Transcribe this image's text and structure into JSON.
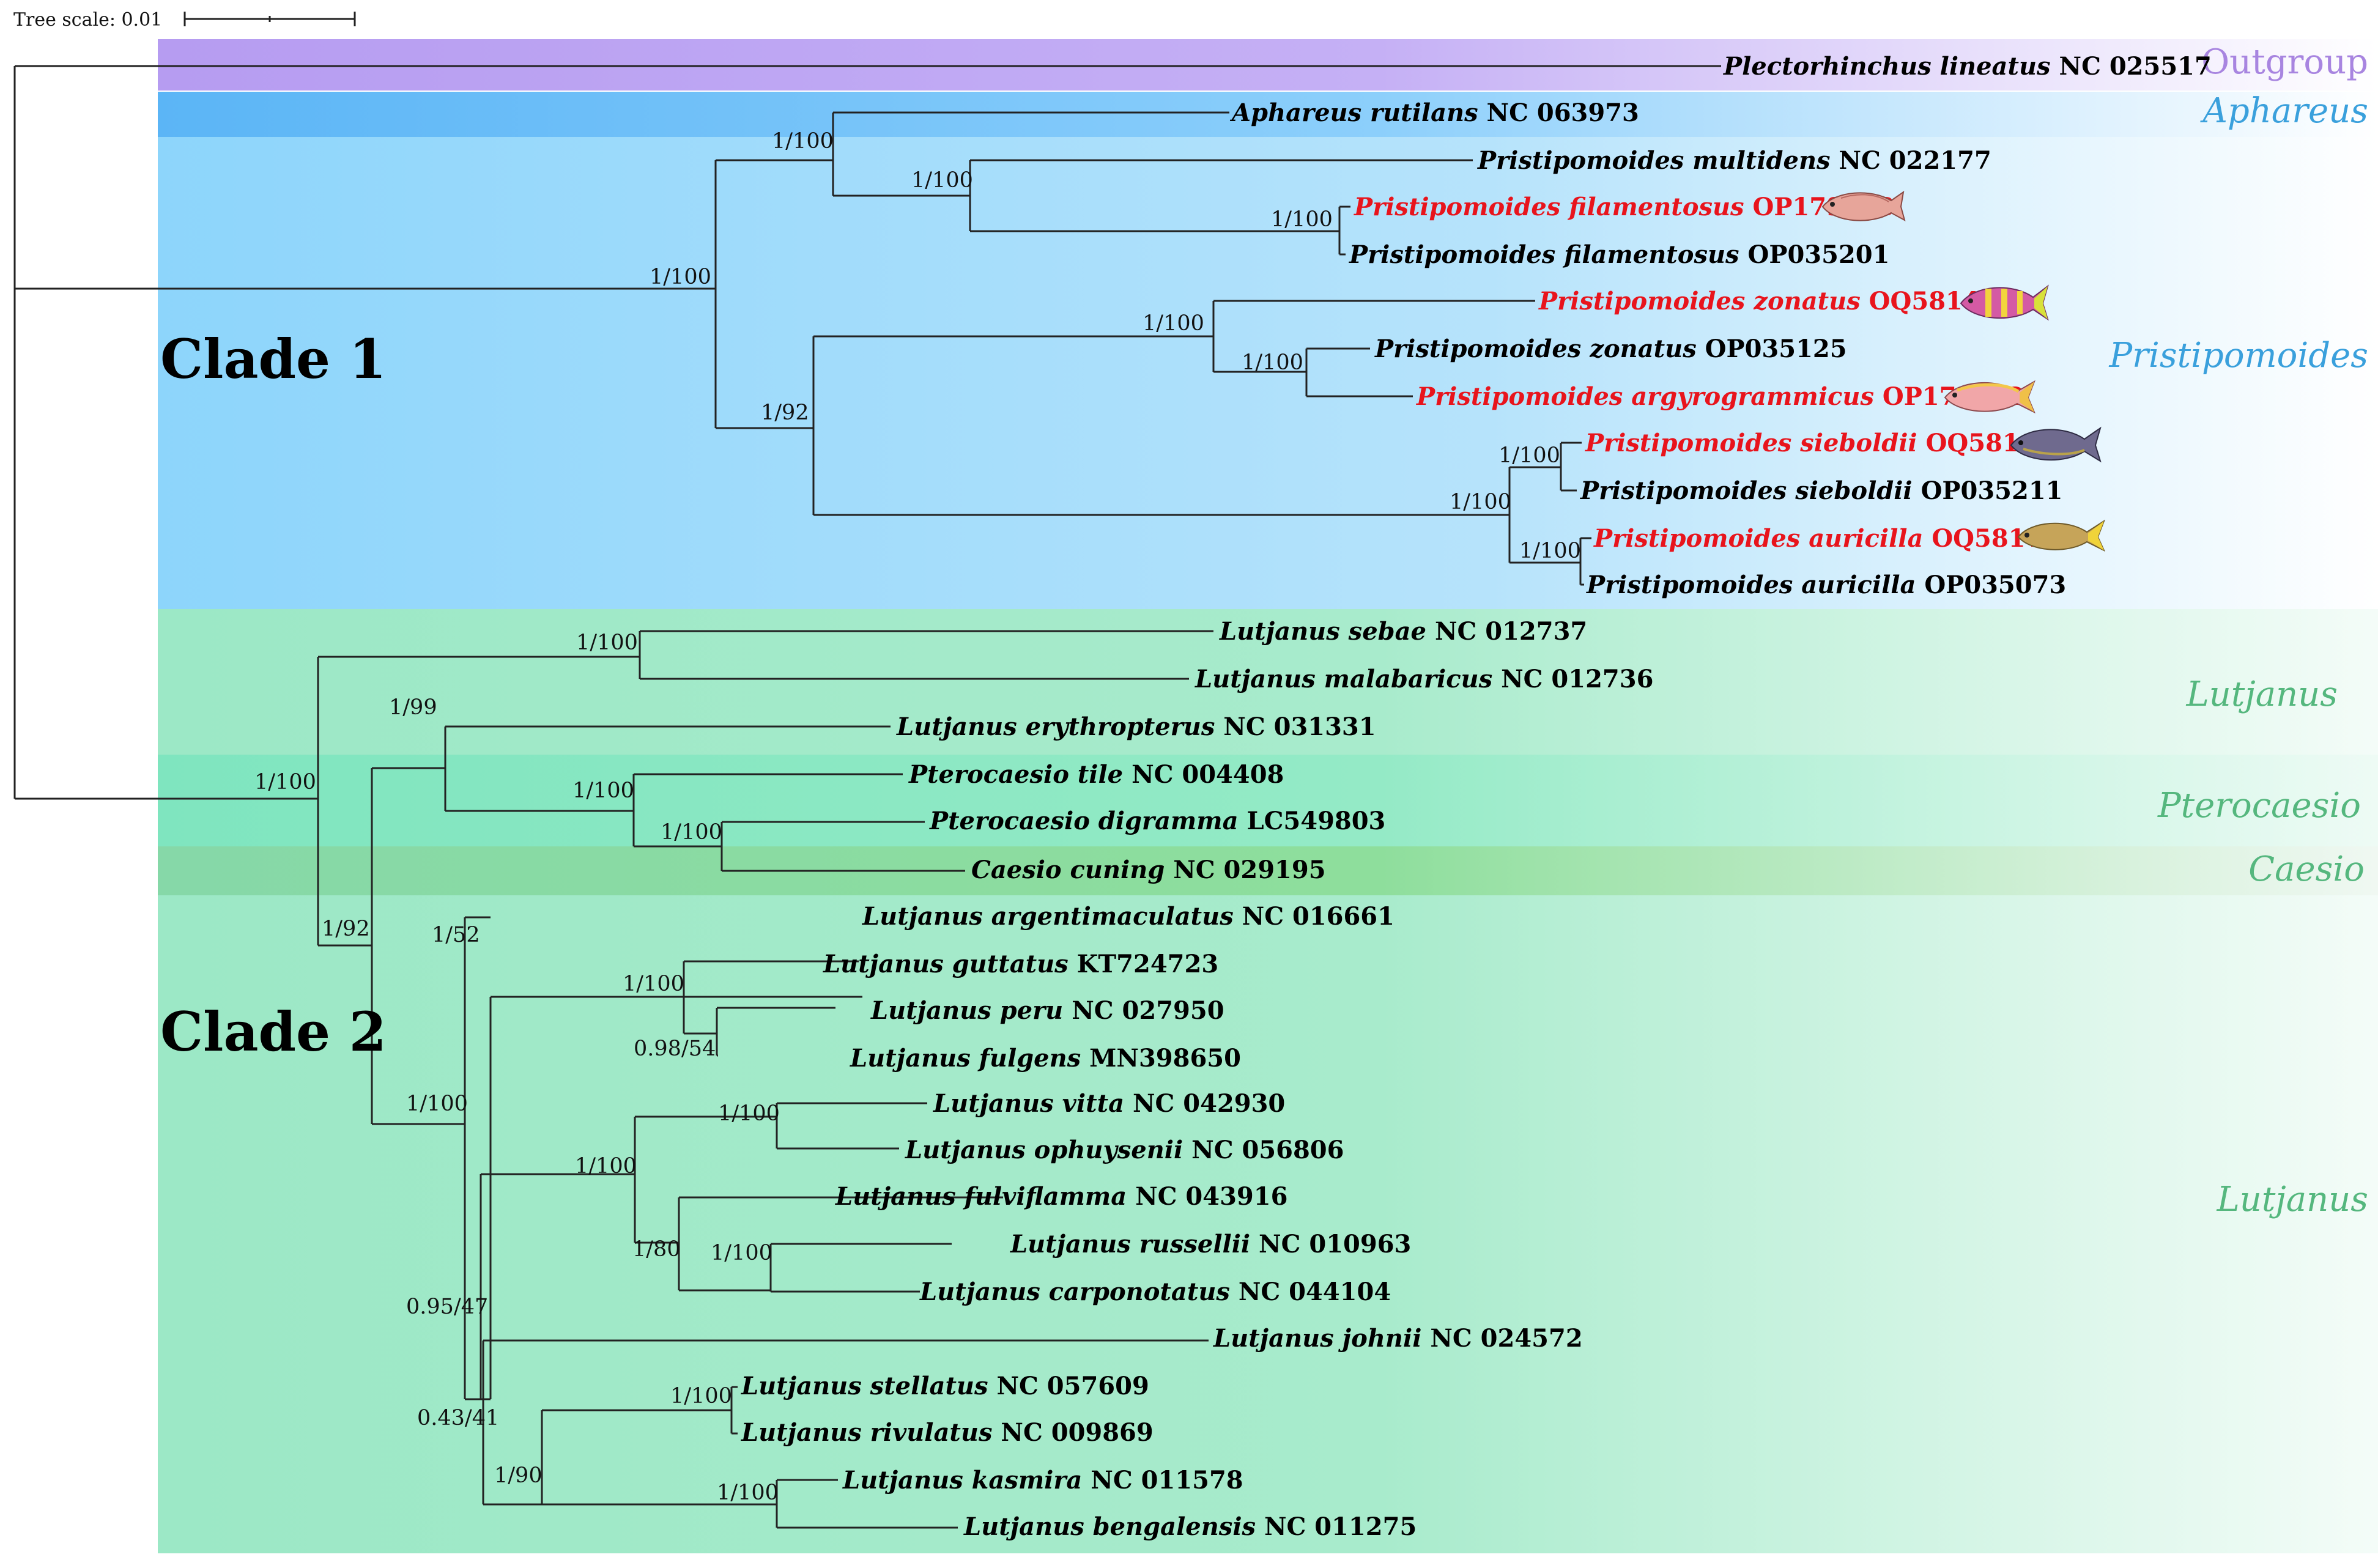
{
  "scale": {
    "label": "Tree scale: 0.01"
  },
  "clades": {
    "clade1": "Clade 1",
    "clade2": "Clade 2"
  },
  "groups": {
    "outgroup": {
      "label": "Outgroup",
      "color": "#a885e0"
    },
    "aphareus": {
      "label": "Aphareus",
      "color": "#3aa0dc"
    },
    "pristipomoides": {
      "label": "Pristipomoides",
      "color": "#3aa0dc"
    },
    "lutjanus_upper": {
      "label": "Lutjanus",
      "color": "#55b77e"
    },
    "pterocaesio": {
      "label": "Pterocaesio",
      "color": "#55b77e"
    },
    "caesio": {
      "label": "Caesio",
      "color": "#55b77e"
    },
    "lutjanus_lower": {
      "label": "Lutjanus",
      "color": "#55b77e"
    }
  },
  "colors": {
    "new_sequence": "#e8141c",
    "reference": "#000000"
  },
  "taxa": [
    {
      "id": "t0",
      "species": "Plectorhinchus lineatus",
      "accession": "NC 025517",
      "new": false
    },
    {
      "id": "t1",
      "species": "Aphareus rutilans",
      "accession": "NC 063973",
      "new": false
    },
    {
      "id": "t2",
      "species": "Pristipomoides multidens",
      "accession": "NC 022177",
      "new": false
    },
    {
      "id": "t3",
      "species": "Pristipomoides filamentosus",
      "accession": "OP179303",
      "new": true,
      "fish": "filamentosus-fish-icon"
    },
    {
      "id": "t4",
      "species": "Pristipomoides filamentosus",
      "accession": "OP035201",
      "new": false
    },
    {
      "id": "t5",
      "species": "Pristipomoides zonatus",
      "accession": "OQ581449",
      "new": true,
      "fish": "zonatus-fish-icon"
    },
    {
      "id": "t6",
      "species": "Pristipomoides zonatus",
      "accession": "OP035125",
      "new": false
    },
    {
      "id": "t7",
      "species": "Pristipomoides argyrogrammicus",
      "accession": "OP179302",
      "new": true,
      "fish": "argyrogrammicus-fish-icon"
    },
    {
      "id": "t8",
      "species": "Pristipomoides sieboldii",
      "accession": "OQ581451",
      "new": true,
      "fish": "sieboldii-fish-icon"
    },
    {
      "id": "t9",
      "species": "Pristipomoides sieboldii",
      "accession": "OP035211",
      "new": false
    },
    {
      "id": "t10",
      "species": "Pristipomoides auricilla",
      "accession": "OQ581450",
      "new": true,
      "fish": "auricilla-fish-icon"
    },
    {
      "id": "t11",
      "species": "Pristipomoides auricilla",
      "accession": "OP035073",
      "new": false
    },
    {
      "id": "t12",
      "species": "Lutjanus sebae",
      "accession": "NC 012737",
      "new": false
    },
    {
      "id": "t13",
      "species": "Lutjanus malabaricus",
      "accession": "NC 012736",
      "new": false
    },
    {
      "id": "t14",
      "species": "Lutjanus erythropterus",
      "accession": "NC 031331",
      "new": false
    },
    {
      "id": "t15",
      "species": "Pterocaesio tile",
      "accession": "NC 004408",
      "new": false
    },
    {
      "id": "t16",
      "species": "Pterocaesio digramma",
      "accession": "LC549803",
      "new": false
    },
    {
      "id": "t17",
      "species": "Caesio cuning",
      "accession": "NC 029195",
      "new": false
    },
    {
      "id": "t18",
      "species": "Lutjanus argentimaculatus",
      "accession": "NC 016661",
      "new": false
    },
    {
      "id": "t19",
      "species": "Lutjanus guttatus",
      "accession": "KT724723",
      "new": false
    },
    {
      "id": "t20",
      "species": "Lutjanus peru",
      "accession": "NC 027950",
      "new": false
    },
    {
      "id": "t21",
      "species": "Lutjanus fulgens",
      "accession": "MN398650",
      "new": false
    },
    {
      "id": "t22",
      "species": "Lutjanus vitta",
      "accession": "NC 042930",
      "new": false
    },
    {
      "id": "t23",
      "species": "Lutjanus ophuysenii",
      "accession": "NC 056806",
      "new": false
    },
    {
      "id": "t24",
      "species": "Lutjanus fulviflamma",
      "accession": "NC 043916",
      "new": false
    },
    {
      "id": "t25",
      "species": "Lutjanus russellii",
      "accession": "NC 010963",
      "new": false
    },
    {
      "id": "t26",
      "species": "Lutjanus carponotatus",
      "accession": "NC 044104",
      "new": false
    },
    {
      "id": "t27",
      "species": "Lutjanus johnii",
      "accession": "NC 024572",
      "new": false
    },
    {
      "id": "t28",
      "species": "Lutjanus stellatus",
      "accession": "NC 057609",
      "new": false
    },
    {
      "id": "t29",
      "species": "Lutjanus rivulatus",
      "accession": "NC 009869",
      "new": false
    },
    {
      "id": "t30",
      "species": "Lutjanus kasmira",
      "accession": "NC 011578",
      "new": false
    },
    {
      "id": "t31",
      "species": "Lutjanus bengalensis",
      "accession": "NC 011275",
      "new": false
    }
  ],
  "support": [
    {
      "id": "s_aph",
      "value": "1/100"
    },
    {
      "id": "s_multi",
      "value": "1/100"
    },
    {
      "id": "s_fil",
      "value": "1/100"
    },
    {
      "id": "s_clade1",
      "value": "1/100"
    },
    {
      "id": "s_zon",
      "value": "1/100"
    },
    {
      "id": "s_zon2",
      "value": "1/100"
    },
    {
      "id": "s_92",
      "value": "1/92"
    },
    {
      "id": "s_sieb",
      "value": "1/100"
    },
    {
      "id": "s_siebaur",
      "value": "1/100"
    },
    {
      "id": "s_aur",
      "value": "1/100"
    },
    {
      "id": "s_sebae",
      "value": "1/100"
    },
    {
      "id": "s_99",
      "value": "1/99"
    },
    {
      "id": "s_clade2",
      "value": "1/100"
    },
    {
      "id": "s_ptero",
      "value": "1/100"
    },
    {
      "id": "s_digr",
      "value": "1/100"
    },
    {
      "id": "s_192",
      "value": "1/92"
    },
    {
      "id": "s_52",
      "value": "1/52"
    },
    {
      "id": "s_gutt",
      "value": "1/100"
    },
    {
      "id": "s_9854",
      "value": "0.98/54"
    },
    {
      "id": "s_big",
      "value": "1/100"
    },
    {
      "id": "s_vitta",
      "value": "1/100"
    },
    {
      "id": "s_vf",
      "value": "1/100"
    },
    {
      "id": "s_80",
      "value": "1/80"
    },
    {
      "id": "s_russ",
      "value": "1/100"
    },
    {
      "id": "s_9547",
      "value": "0.95/47"
    },
    {
      "id": "s_stell",
      "value": "1/100"
    },
    {
      "id": "s_4341",
      "value": "0.43/41"
    },
    {
      "id": "s_90",
      "value": "1/90"
    },
    {
      "id": "s_kas",
      "value": "1/100"
    }
  ]
}
